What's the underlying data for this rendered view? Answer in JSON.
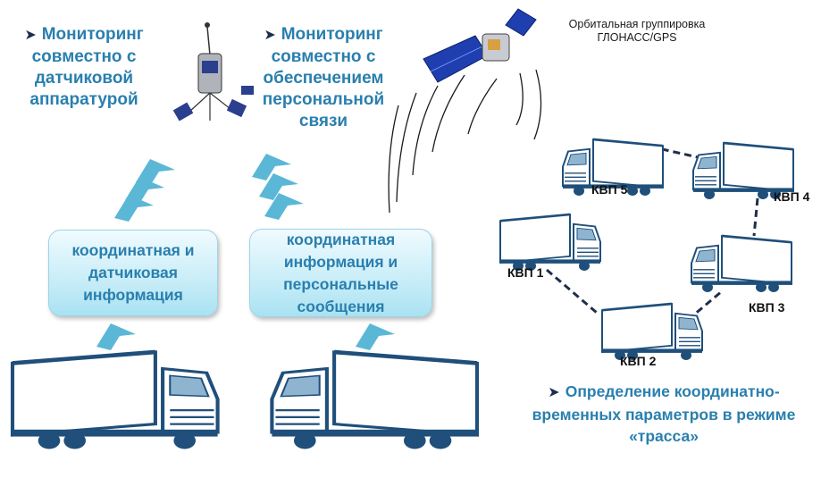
{
  "headings": {
    "sensor_monitoring": [
      "Мониторинг",
      "совместно с",
      "датчиковой",
      "аппаратурой"
    ],
    "personal_monitoring": [
      "Мониторинг",
      "совместно с",
      "обеспечением",
      "персональной",
      "связи"
    ],
    "track_mode": [
      "Определение координатно-",
      "временных параметров в режиме",
      "«трасса»"
    ]
  },
  "orbital_group": [
    "Орбитальная группировка",
    "ГЛОНАСС/GPS"
  ],
  "info_boxes": {
    "sensor_info": [
      "координатная и",
      "датчиковая",
      "информация"
    ],
    "personal_info": [
      "координатная",
      "информация и",
      "персональные",
      "сообщения"
    ]
  },
  "checkpoints": {
    "kvp1": "КВП 1",
    "kvp2": "КВП 2",
    "kvp3": "КВП 3",
    "kvp4": "КВП 4",
    "kvp5": "КВП 5"
  },
  "icons": [
    "satellite-icon",
    "truck-icon",
    "chevron-up-icon",
    "signal-wave-icon",
    "bullet-arrow-icon"
  ],
  "colors": {
    "heading_text": "#2a7fae",
    "chevron": "#5bb7d6",
    "truck_outline": "#1f4f7a",
    "connector": "#1f2f4a"
  }
}
